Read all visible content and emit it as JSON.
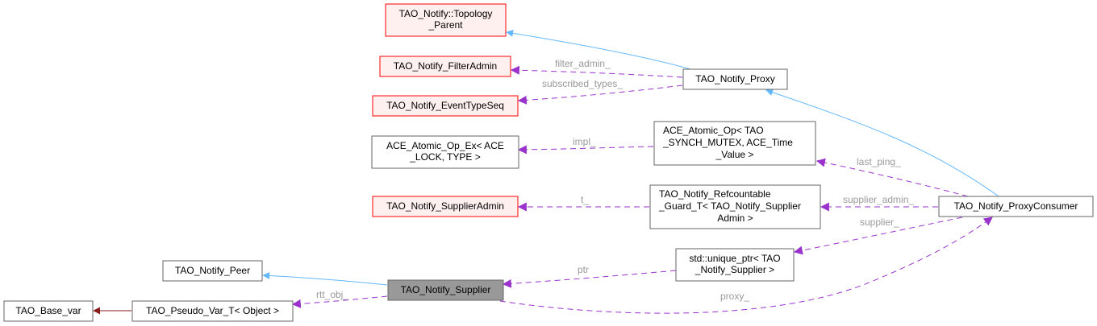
{
  "diagram": {
    "title": "TAO_Notify_Supplier collaboration graph",
    "colors": {
      "node_border_default": "#666666",
      "node_fill_default": "#ffffff",
      "node_border_missing": "#ff0000",
      "node_fill_missing": "#fff0f0",
      "node_fill_focus": "#999999",
      "node_border_focus": "#666666",
      "inherit_edge": "#63b8ff",
      "private_inherit_edge": "#8b1a1a",
      "usage_edge": "#9a32cd",
      "edge_label": "#9a9a9a"
    },
    "nodes": [
      {
        "id": "topology_parent",
        "lines": [
          "TAO_Notify::Topology",
          "_Parent"
        ],
        "style": "missing"
      },
      {
        "id": "filter_admin",
        "lines": [
          "TAO_Notify_FilterAdmin"
        ],
        "style": "missing"
      },
      {
        "id": "event_type_seq",
        "lines": [
          "TAO_Notify_EventTypeSeq"
        ],
        "style": "missing"
      },
      {
        "id": "atomic_op_ex",
        "lines": [
          "ACE_Atomic_Op_Ex< ACE",
          "_LOCK, TYPE >"
        ],
        "style": "default"
      },
      {
        "id": "supplier_admin",
        "lines": [
          "TAO_Notify_SupplierAdmin"
        ],
        "style": "missing"
      },
      {
        "id": "proxy",
        "lines": [
          "TAO_Notify_Proxy"
        ],
        "style": "default"
      },
      {
        "id": "atomic_op",
        "lines": [
          "ACE_Atomic_Op< TAO",
          "_SYNCH_MUTEX, ACE_Time",
          "_Value >"
        ],
        "style": "default"
      },
      {
        "id": "refcountable_guard",
        "lines": [
          "TAO_Notify_Refcountable",
          "_Guard_T< TAO_Notify_Supplier",
          "Admin >"
        ],
        "style": "default"
      },
      {
        "id": "unique_ptr",
        "lines": [
          "std::unique_ptr< TAO",
          "_Notify_Supplier >"
        ],
        "style": "default"
      },
      {
        "id": "proxy_consumer",
        "lines": [
          "TAO_Notify_ProxyConsumer"
        ],
        "style": "default"
      },
      {
        "id": "peer",
        "lines": [
          "TAO_Notify_Peer"
        ],
        "style": "default"
      },
      {
        "id": "supplier",
        "lines": [
          "TAO_Notify_Supplier"
        ],
        "style": "focus"
      },
      {
        "id": "base_var",
        "lines": [
          "TAO_Base_var"
        ],
        "style": "default"
      },
      {
        "id": "pseudo_var",
        "lines": [
          "TAO_Pseudo_Var_T< Object >"
        ],
        "style": "default"
      }
    ],
    "edges": [
      {
        "id": "proxy-topology",
        "from": "proxy",
        "to": "topology_parent",
        "kind": "inherit",
        "label": ""
      },
      {
        "id": "proxy-filteradmin",
        "from": "proxy",
        "to": "filter_admin",
        "kind": "usage",
        "label": "filter_admin_"
      },
      {
        "id": "proxy-eventtypeseq",
        "from": "proxy",
        "to": "event_type_seq",
        "kind": "usage",
        "label": "subscribed_types_"
      },
      {
        "id": "atomicop-atomicopex",
        "from": "atomic_op",
        "to": "atomic_op_ex",
        "kind": "usage",
        "label": "impl_"
      },
      {
        "id": "consumer-proxy",
        "from": "proxy_consumer",
        "to": "proxy",
        "kind": "inherit",
        "label": ""
      },
      {
        "id": "consumer-atomicop",
        "from": "proxy_consumer",
        "to": "atomic_op",
        "kind": "usage",
        "label": "last_ping_"
      },
      {
        "id": "guard-supplieradmin",
        "from": "refcountable_guard",
        "to": "supplier_admin",
        "kind": "usage",
        "label": "t_"
      },
      {
        "id": "consumer-guard",
        "from": "proxy_consumer",
        "to": "refcountable_guard",
        "kind": "usage",
        "label": "supplier_admin_"
      },
      {
        "id": "consumer-uniqueptr",
        "from": "proxy_consumer",
        "to": "unique_ptr",
        "kind": "usage",
        "label": "supplier_"
      },
      {
        "id": "uniqueptr-supplier",
        "from": "unique_ptr",
        "to": "supplier",
        "kind": "usage",
        "label": "ptr"
      },
      {
        "id": "supplier-peer",
        "from": "supplier",
        "to": "peer",
        "kind": "inherit",
        "label": ""
      },
      {
        "id": "supplier-pseudovar",
        "from": "supplier",
        "to": "pseudo_var",
        "kind": "usage",
        "label": "rtt_obj_"
      },
      {
        "id": "pseudovar-basevar",
        "from": "pseudo_var",
        "to": "base_var",
        "kind": "private_inherit",
        "label": ""
      },
      {
        "id": "supplier-consumer",
        "from": "supplier",
        "to": "proxy_consumer",
        "kind": "usage",
        "label": "proxy_"
      }
    ]
  }
}
